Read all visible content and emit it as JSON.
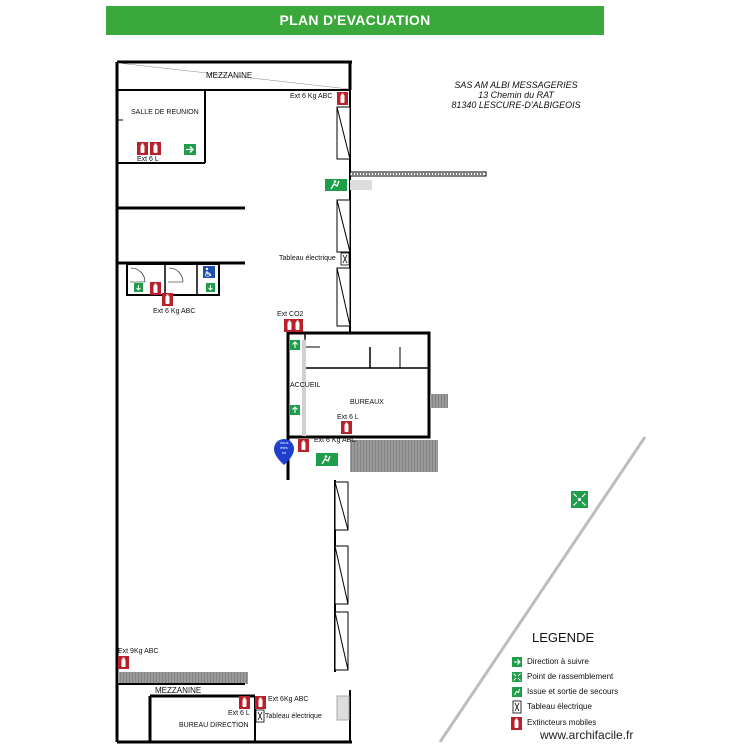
{
  "title": "PLAN  D'EVACUATION",
  "company": {
    "name": "SAS AM ALBI MESSAGERIES",
    "address": "13 Chemin du RAT",
    "city": "81340 LESCURE-D'ALBIGEOIS"
  },
  "rooms": {
    "mezzanine_top": "MEZZANINE",
    "salle_reunion": "SALLE DE REUNION",
    "accueil": "ACCUEIL",
    "bureaux": "BUREAUX",
    "mezzanine_bottom": "MEZZANINE",
    "bureau_direction": "BUREAU DIRECTION"
  },
  "equipment": {
    "ext_6kg_abc_top": "Ext 6 Kg ABC",
    "ext_6l_reunion": "Ext 6 L",
    "tableau_electrique_1": "Tableau électrique",
    "ext_6kg_abc_mid": "Ext 6 Kg ABC",
    "ext_co2": "Ext CO2",
    "ext_6l_bureaux": "Ext 6 L",
    "ext_6kg_abc_accueil": "Ext 6 Kg ABC",
    "ext_9kg_abc": "Ext 9Kg ABC",
    "ext_6kg_abc_bottom": "Ext 6Kg ABC",
    "ext_6l_bottom": "Ext 6 L",
    "tableau_electrique_2": "Tableau électrique"
  },
  "marker": {
    "label_line1": "Vous",
    "label_line2": "êtes",
    "label_line3": "ici",
    "color": "#1f3fcf"
  },
  "legend": {
    "title": "LEGENDE",
    "items": [
      {
        "icon": "direction-arrow-icon",
        "label": "Direction à suivre"
      },
      {
        "icon": "assembly-point-icon",
        "label": "Point de rassemblement"
      },
      {
        "icon": "emergency-exit-icon",
        "label": "Issue et sortie de secours"
      },
      {
        "icon": "electrical-panel-icon",
        "label": "Tableau électrique"
      },
      {
        "icon": "fire-extinguisher-icon",
        "label": "Extincteurs mobiles"
      }
    ]
  },
  "colors": {
    "title_bg": "#3aa83a",
    "safety_green": "#1e9e4a",
    "extinguisher_red": "#b8202a",
    "wall": "#000000"
  },
  "watermark": "www.archifacile.fr"
}
